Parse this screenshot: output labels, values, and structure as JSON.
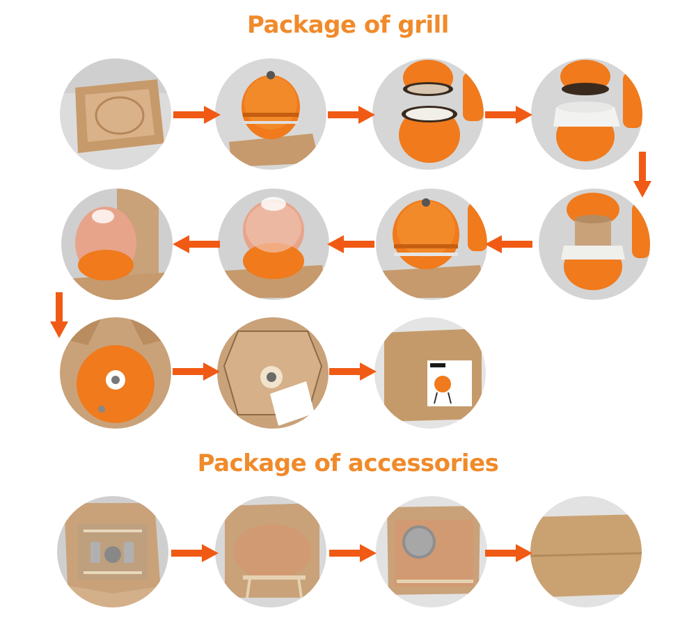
{
  "headings": {
    "grill": "Package of grill",
    "accessories": "Package of accessories"
  },
  "colors": {
    "accent": "#f08a2a",
    "arrow": "#f05a14",
    "cardboard": "#c9a27a",
    "ceramic_orange": "#f07a1c"
  },
  "grill_steps": [
    {
      "icon": "empty-box-photo"
    },
    {
      "icon": "grill-on-base-photo"
    },
    {
      "icon": "grill-lid-open-photo"
    },
    {
      "icon": "grill-foam-insert-photo"
    },
    {
      "icon": "grill-insert-box-photo"
    },
    {
      "icon": "grill-closed-photo"
    },
    {
      "icon": "grill-wrapped-photo"
    },
    {
      "icon": "grill-wrapped-in-box-photo"
    },
    {
      "icon": "grill-top-view-in-box-photo"
    },
    {
      "icon": "box-with-foam-and-card-photo"
    },
    {
      "icon": "sealed-box-with-label-photo"
    }
  ],
  "accessory_steps": [
    {
      "icon": "accessory-stand-in-box-photo"
    },
    {
      "icon": "accessory-shelves-in-box-photo"
    },
    {
      "icon": "accessory-grate-in-box-photo"
    },
    {
      "icon": "sealed-accessory-box-photo"
    }
  ]
}
